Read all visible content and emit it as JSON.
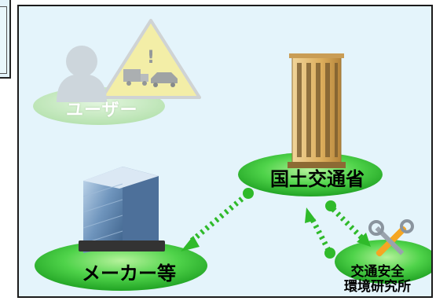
{
  "nodes": {
    "user": {
      "label": "ユーザー"
    },
    "mlit": {
      "label": "国土交通省"
    },
    "maker": {
      "label": "メーカー等"
    },
    "ntsel": {
      "label_line1": "交通安全",
      "label_line2": "環境研究所"
    }
  },
  "colors": {
    "panel_bg": "#e4f4fb",
    "ellipse_green": "#39c53a",
    "arrow_green": "#2fba2a",
    "warning_yellow": "#ffe800"
  },
  "icons": [
    "user-silhouette-icon",
    "warning-sign-icon",
    "office-tower-icon",
    "glass-building-icon",
    "tools-icon"
  ]
}
